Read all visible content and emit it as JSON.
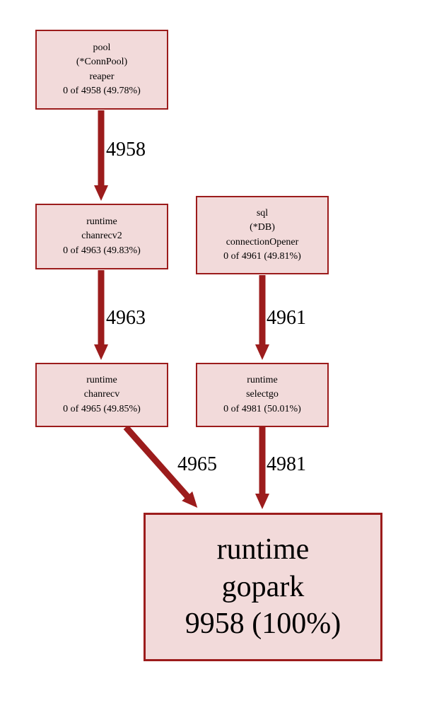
{
  "diagram": {
    "type": "pprof-call-graph",
    "colors": {
      "bg": "#ffffff",
      "node_fill": "#f2dada",
      "node_border": "#9c1c1c",
      "edge_color": "#9c1c1c",
      "text_color": "#000000"
    },
    "nodes": [
      {
        "id": "pool-reaper",
        "lines": [
          "pool",
          "(*ConnPool)",
          "reaper",
          "0 of 4958 (49.78%)"
        ]
      },
      {
        "id": "runtime-chanrecv2",
        "lines": [
          "runtime",
          "chanrecv2",
          "0 of 4963 (49.83%)"
        ]
      },
      {
        "id": "sql-connectionopener",
        "lines": [
          "sql",
          "(*DB)",
          "connectionOpener",
          "0 of 4961 (49.81%)"
        ]
      },
      {
        "id": "runtime-chanrecv",
        "lines": [
          "runtime",
          "chanrecv",
          "0 of 4965 (49.85%)"
        ]
      },
      {
        "id": "runtime-selectgo",
        "lines": [
          "runtime",
          "selectgo",
          "0 of 4981 (50.01%)"
        ]
      },
      {
        "id": "runtime-gopark",
        "lines": [
          "runtime",
          "gopark",
          "9958 (100%)"
        ]
      }
    ],
    "edges": [
      {
        "from": "pool-reaper",
        "to": "runtime-chanrecv2",
        "label": "4958"
      },
      {
        "from": "runtime-chanrecv2",
        "to": "runtime-chanrecv",
        "label": "4963"
      },
      {
        "from": "sql-connectionopener",
        "to": "runtime-selectgo",
        "label": "4961"
      },
      {
        "from": "runtime-chanrecv",
        "to": "runtime-gopark",
        "label": "4965"
      },
      {
        "from": "runtime-selectgo",
        "to": "runtime-gopark",
        "label": "4981"
      }
    ]
  }
}
